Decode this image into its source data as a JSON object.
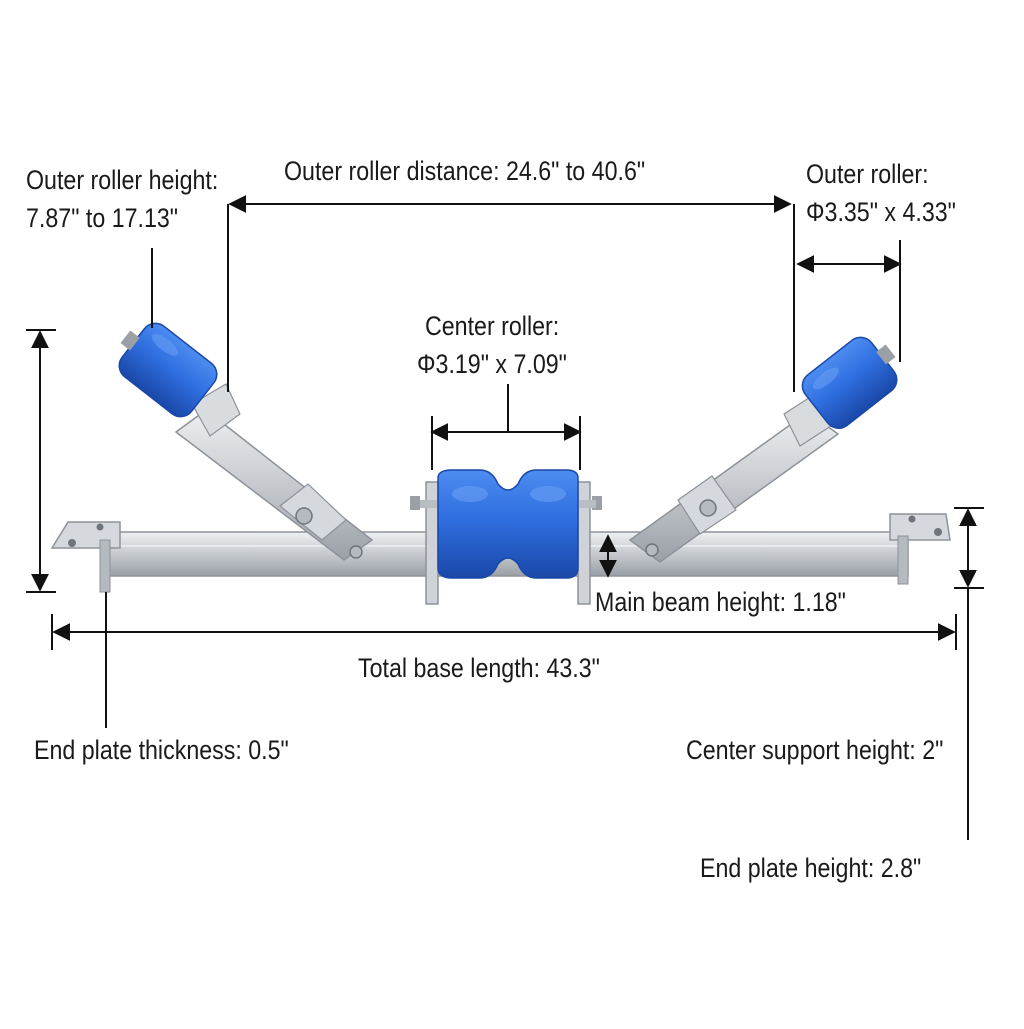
{
  "labels": {
    "outer_roller_height_line1": "Outer roller height:",
    "outer_roller_height_line2": "7.87\" to 17.13\"",
    "outer_roller_distance": "Outer roller distance: 24.6\" to 40.6\"",
    "outer_roller_line1": "Outer roller:",
    "outer_roller_line2": "Φ3.35\" x 4.33\"",
    "center_roller_line1": "Center roller:",
    "center_roller_line2": "Φ3.19\" x 7.09\"",
    "main_beam_height": "Main beam height: 1.18\"",
    "total_base_length": "Total base length: 43.3\"",
    "end_plate_thickness": "End plate thickness: 0.5\"",
    "center_support_height": "Center support height: 2\"",
    "end_plate_height": "End plate height: 2.8\""
  },
  "colors": {
    "roller_blue": "#2f6fe0",
    "roller_dark": "#1d4fb4",
    "steel": "#c9ccd1",
    "steel_dark": "#8d9299",
    "dimension_line": "#111111"
  }
}
